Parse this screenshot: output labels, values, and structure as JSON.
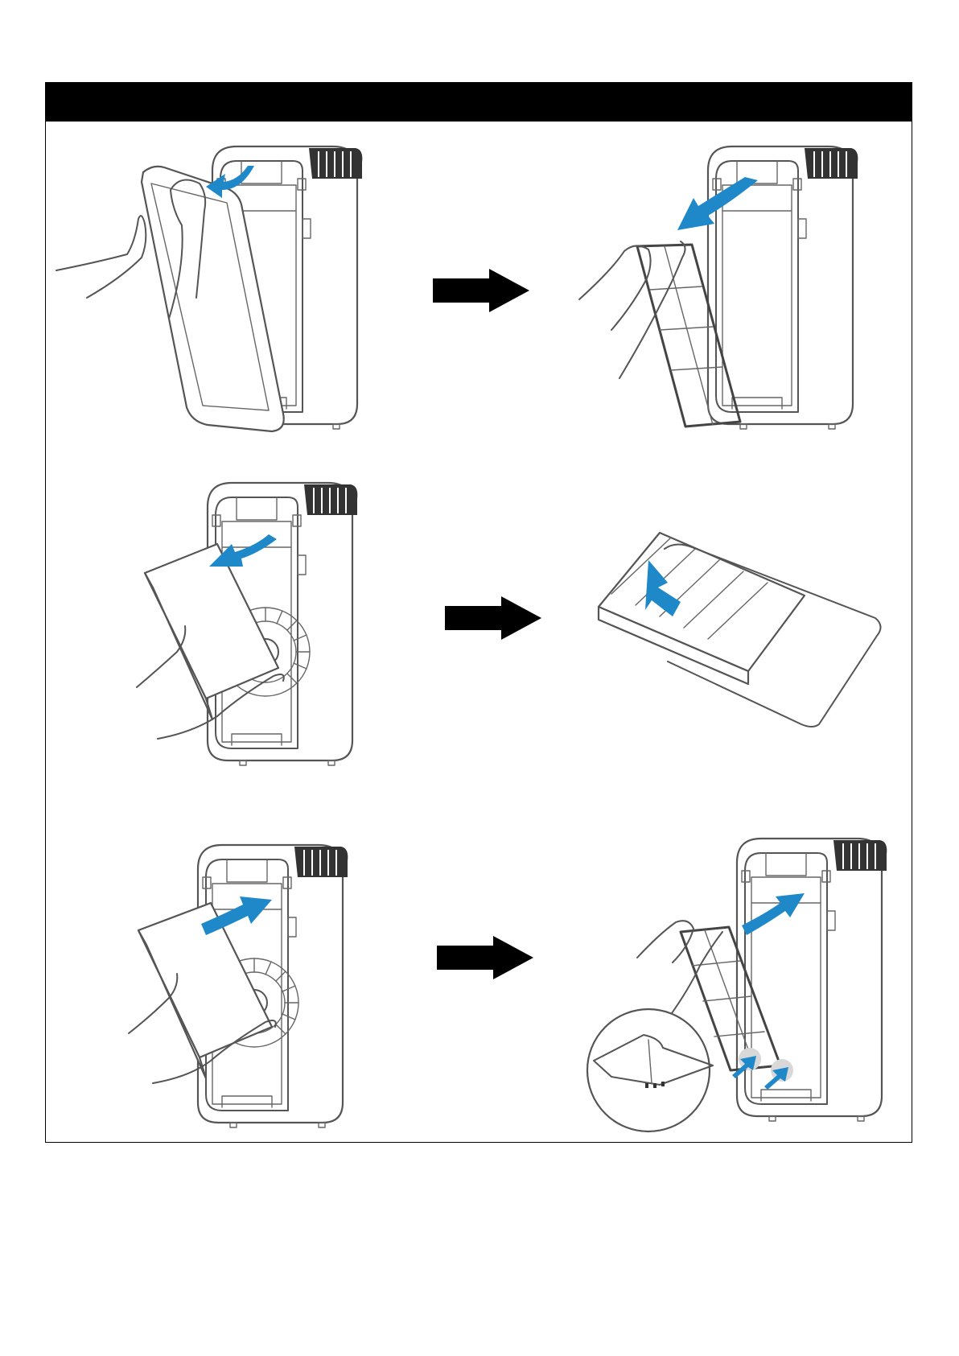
{
  "colors": {
    "header_bar": "#000000",
    "direction_arrow": "#1e88c9",
    "step_arrow": "#000000",
    "line_art": "#555555"
  },
  "icons": {
    "step_arrow": "right-arrow-icon",
    "direction_arrow": "curved-arrow-icon",
    "press_arrow": "press-arrow-icon"
  },
  "steps": [
    {
      "row": 1,
      "action": "remove-front-cover"
    },
    {
      "row": 1,
      "action": "remove-pre-filter"
    },
    {
      "row": 2,
      "action": "remove-filter"
    },
    {
      "row": 2,
      "action": "insert-filter-into-pre-filter-sleeve"
    },
    {
      "row": 3,
      "action": "insert-filter"
    },
    {
      "row": 3,
      "action": "reattach-pre-filter-and-cover"
    }
  ]
}
